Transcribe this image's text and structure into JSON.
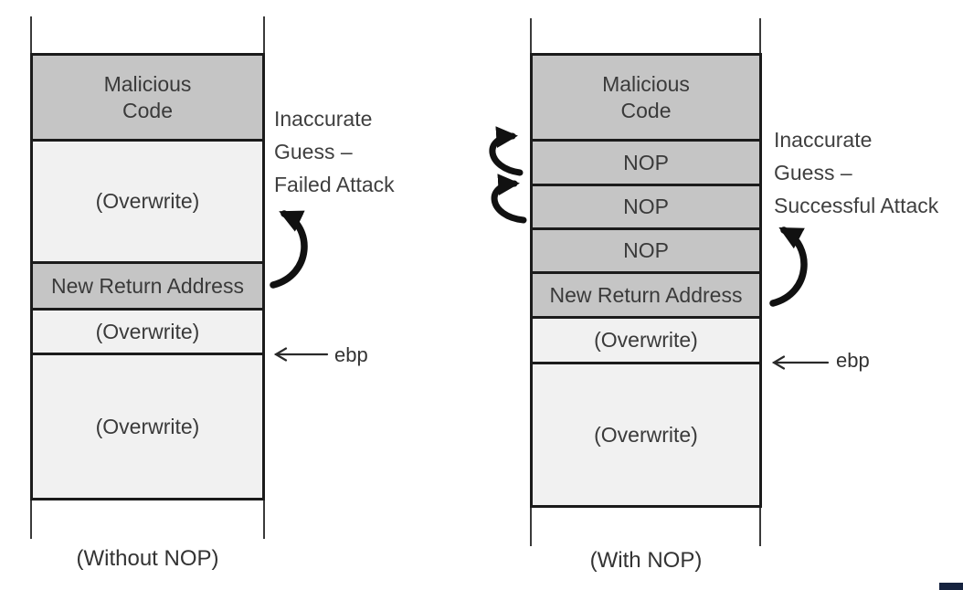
{
  "colors": {
    "dark_fill": "#c5c5c5",
    "light_fill": "#f1f1f1",
    "border": "#1b1b1b",
    "arrow": "#111111",
    "text": "#3a3a3a",
    "corner_square": "#16233f"
  },
  "left": {
    "segments": [
      {
        "label": "Malicious\nCode"
      },
      {
        "label": "(Overwrite)"
      },
      {
        "label": "New Return Address"
      },
      {
        "label": "(Overwrite)"
      },
      {
        "label": "(Overwrite)"
      }
    ],
    "annotation": "Inaccurate\nGuess –\nFailed Attack",
    "ebp_label": "ebp",
    "caption": "(Without NOP)"
  },
  "right": {
    "segments": [
      {
        "label": "Malicious\nCode"
      },
      {
        "label": "NOP"
      },
      {
        "label": "NOP"
      },
      {
        "label": "NOP"
      },
      {
        "label": "New Return Address"
      },
      {
        "label": "(Overwrite)"
      },
      {
        "label": "(Overwrite)"
      }
    ],
    "annotation": "Inaccurate\nGuess –\nSuccessful Attack",
    "ebp_label": "ebp",
    "caption": "(With NOP)"
  }
}
